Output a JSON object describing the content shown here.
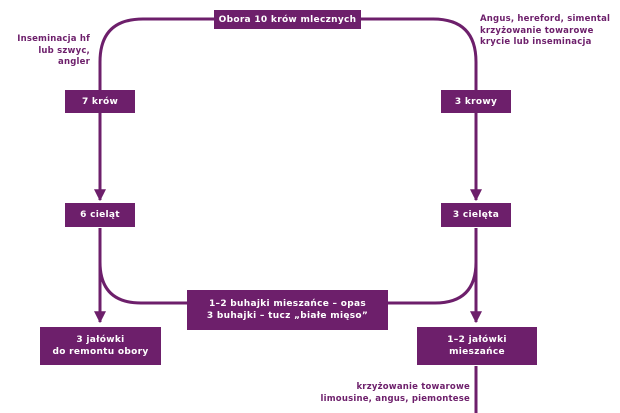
{
  "colors": {
    "primary": "#6d1f6b",
    "box_text": "#ffffff",
    "background": "#ffffff"
  },
  "nodes": {
    "top": "Obora 10 krów mlecznych",
    "left1": "7 krów",
    "left2": "6 cieląt",
    "left3_line1": "3 jałówki",
    "left3_line2": "do remontu obory",
    "right1": "3 krowy",
    "right2": "3 cielęta",
    "right3_line1": "1–2 jałówki",
    "right3_line2": "mieszańce",
    "center_line1": "1–2 buhajki mieszańce – opas",
    "center_line2": "3 buhajki – tucz „białe mięso”"
  },
  "notes": {
    "top_left_line1": "Inseminacja hf",
    "top_left_line2": "lub szwyc, angler",
    "top_right_line1": "Angus, hereford, simental",
    "top_right_line2": "krzyżowanie towarowe",
    "top_right_line3": "krycie lub inseminacja",
    "bottom_right_line1": "krzyżowanie towarowe",
    "bottom_right_line2": "limousine, angus, piemontese"
  }
}
